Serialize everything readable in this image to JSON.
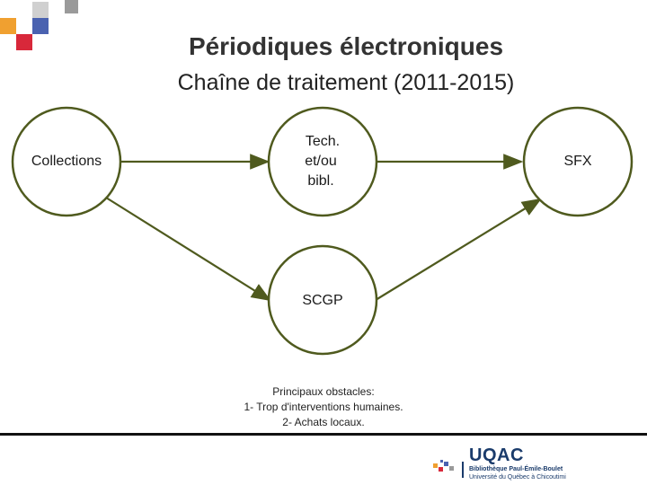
{
  "title": "Périodiques électroniques",
  "subtitle": "Chaîne de traitement (2011-2015)",
  "nodes": {
    "collections": "Collections",
    "tech_line1": "Tech.",
    "tech_line2": "et/ou",
    "tech_line3": "bibl.",
    "sfx": "SFX",
    "scgp": "SCGP"
  },
  "obstacles": {
    "heading": "Principaux obstacles:",
    "item1": "1- Trop d'interventions humaines.",
    "item2": "2- Achats locaux."
  },
  "logo": {
    "name": "UQAC",
    "line1": "Bibliothèque Paul-Émile-Boulet",
    "line2": "Université du Québec à Chicoutimi"
  },
  "colors": {
    "node_stroke": "#4f5a1e",
    "deco_orange": "#f0a030",
    "deco_red": "#d8283a",
    "deco_blue": "#4a62b0",
    "deco_gray": "#9a9a9a"
  }
}
